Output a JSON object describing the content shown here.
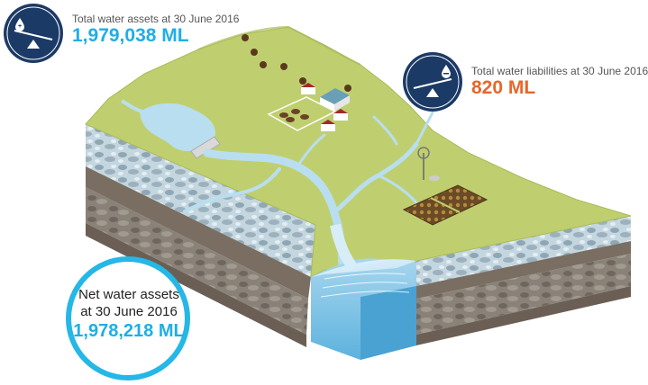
{
  "colors": {
    "assets_value": "#1faee6",
    "liabilities_value": "#e8662a",
    "net_value": "#1faee6",
    "badge_fill": "#1c3a66",
    "net_ring": "#25b7e6",
    "land": "#bfcf6f",
    "water": "#b9def0"
  },
  "assets": {
    "label": "Total water assets at 30 June 2016",
    "value": "1,979,038 ML",
    "icon": "scale-tilted-left-icon"
  },
  "liabilities": {
    "label": "Total water liabilities at 30 June 2016",
    "value": "820 ML",
    "icon": "scale-tilted-right-icon"
  },
  "net": {
    "label_line1": "Net water assets",
    "label_line2": "at 30 June 2016",
    "value": "1,978,218 ML"
  }
}
